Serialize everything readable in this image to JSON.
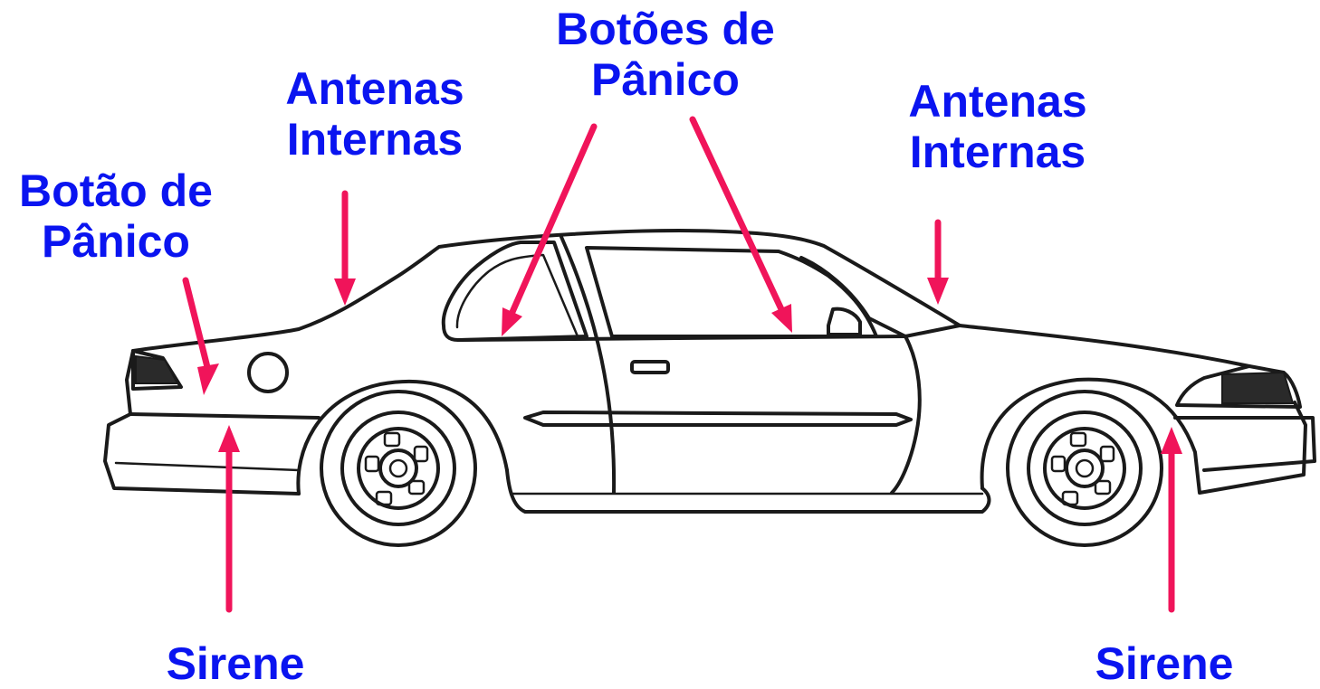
{
  "colors": {
    "label_text": "#0a14f0",
    "arrow": "#f0145a",
    "car_outline": "#1a1a1a",
    "background": "#ffffff"
  },
  "labels": {
    "botoes_de_panico": {
      "line1": "Botões de",
      "line2": "Pânico"
    },
    "antenas_internas_left": {
      "line1": "Antenas",
      "line2": "Internas"
    },
    "antenas_internas_right": {
      "line1": "Antenas",
      "line2": "Internas"
    },
    "botao_de_panico": {
      "line1": "Botão de",
      "line2": "Pânico"
    },
    "sirene_left": "Sirene",
    "sirene_right": "Sirene"
  },
  "illustration": {
    "subject": "sedan-car-side-view",
    "arrow_count": 7
  }
}
